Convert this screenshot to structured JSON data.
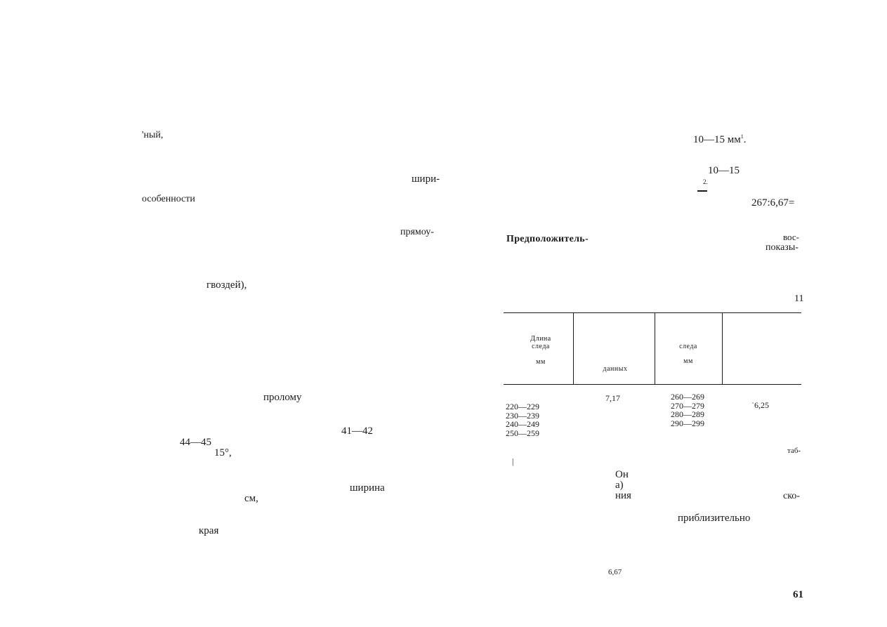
{
  "left_column": {
    "frag_1": "'ный,",
    "frag_2": "шири-",
    "frag_3": "особенности",
    "frag_4": "прямоу-",
    "frag_5": "гвоздей),",
    "frag_6": "пролому",
    "frag_7": "41—42",
    "frag_8": "44—45",
    "frag_9": "15°,",
    "frag_10": "ширина",
    "frag_11": "см,",
    "frag_12": "края"
  },
  "right_column": {
    "frag_1": "10—15 мм",
    "frag_1_sup": "1",
    "frag_1_end": ".",
    "frag_2": "10—15",
    "frag_3": "2.",
    "frag_4": "267:6,67=",
    "frag_5": "Предположитель-",
    "frag_6": "вос-",
    "frag_7": "показы-",
    "table_caption": "11",
    "frag_8": "таб-",
    "frag_9": "|",
    "frag_10": "Он",
    "frag_11": "а)",
    "frag_12": "ния",
    "frag_13": "ско-",
    "frag_14": "приблизительно",
    "frag_15": "6,67"
  },
  "table": {
    "headers": {
      "col1_line1": "Длина",
      "col1_line2": "следа",
      "col1_line3": "мм",
      "col2": "данных",
      "col3_line1": "следа",
      "col3_line2": "мм"
    },
    "col1_values": [
      "220—229",
      "230—239",
      "240—249",
      "250—259"
    ],
    "col2_value": "7,17",
    "col3_values": [
      "260—269",
      "270—279",
      "280—289",
      "290—299"
    ],
    "col4_value": "˙6,25"
  },
  "page_number": "61"
}
